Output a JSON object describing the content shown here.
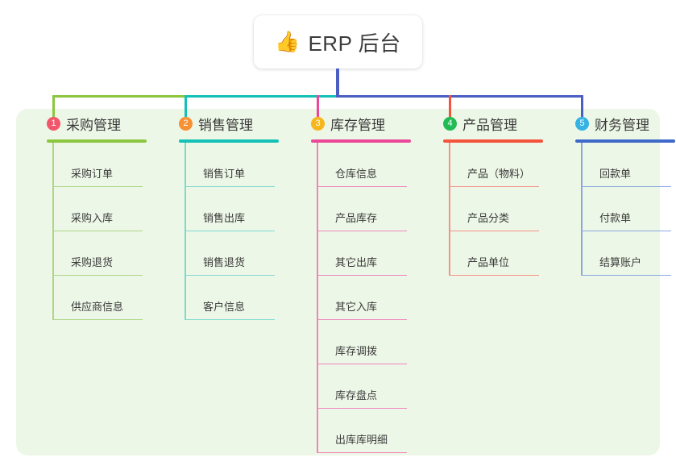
{
  "root": {
    "icon": "thumbs-up-icon",
    "icon_glyph": "👍",
    "title": "ERP 后台"
  },
  "theme": {
    "panel_bg": "#edf7e7",
    "page_bg": "#ffffff",
    "root_card_bg": "#ffffff",
    "root_connector": "#4a5ec4",
    "text": "#3a3a3a"
  },
  "connectors": {
    "segments": [
      {
        "name": "trunk-to-col1",
        "color": "#8cc63f"
      },
      {
        "name": "trunk-to-col2",
        "color": "#13c2b5"
      },
      {
        "name": "trunk-to-col5",
        "color": "#4a5ec4"
      }
    ],
    "drops": [
      {
        "name": "drop-col1",
        "color": "#8cc63f"
      },
      {
        "name": "drop-col2",
        "color": "#13c2b5"
      },
      {
        "name": "drop-col3",
        "color": "#ec4899"
      },
      {
        "name": "drop-col4",
        "color": "#f4543c"
      },
      {
        "name": "drop-col5",
        "color": "#4a5ec4"
      }
    ]
  },
  "columns": [
    {
      "id": "procurement",
      "number": "1",
      "title": "采购管理",
      "badge_color": "#f2566b",
      "accent": "#8cc63f",
      "line_color": "#aed686",
      "items": [
        {
          "label": "采购订单"
        },
        {
          "label": "采购入库"
        },
        {
          "label": "采购退货"
        },
        {
          "label": "供应商信息"
        }
      ]
    },
    {
      "id": "sales",
      "number": "2",
      "title": "销售管理",
      "badge_color": "#f79135",
      "accent": "#13c2b5",
      "line_color": "#7fd9d2",
      "items": [
        {
          "label": "销售订单"
        },
        {
          "label": "销售出库"
        },
        {
          "label": "销售退货"
        },
        {
          "label": "客户信息"
        }
      ]
    },
    {
      "id": "inventory",
      "number": "3",
      "title": "库存管理",
      "badge_color": "#f6b61c",
      "accent": "#ec4899",
      "line_color": "#ef86bb",
      "items": [
        {
          "label": "仓库信息"
        },
        {
          "label": "产品库存"
        },
        {
          "label": "其它出库"
        },
        {
          "label": "其它入库"
        },
        {
          "label": "库存调拨"
        },
        {
          "label": "库存盘点"
        },
        {
          "label": "出库库明细"
        }
      ]
    },
    {
      "id": "product",
      "number": "4",
      "title": "产品管理",
      "badge_color": "#21bb53",
      "accent": "#f4543c",
      "line_color": "#f49287",
      "items": [
        {
          "label": "产品（物料）"
        },
        {
          "label": "产品分类"
        },
        {
          "label": "产品单位"
        }
      ]
    },
    {
      "id": "finance",
      "number": "5",
      "title": "财务管理",
      "badge_color": "#34b3e4",
      "accent": "#3f69c9",
      "line_color": "#8ba7e0",
      "items": [
        {
          "label": "回款单"
        },
        {
          "label": "付款单"
        },
        {
          "label": "结算账户"
        }
      ]
    }
  ]
}
